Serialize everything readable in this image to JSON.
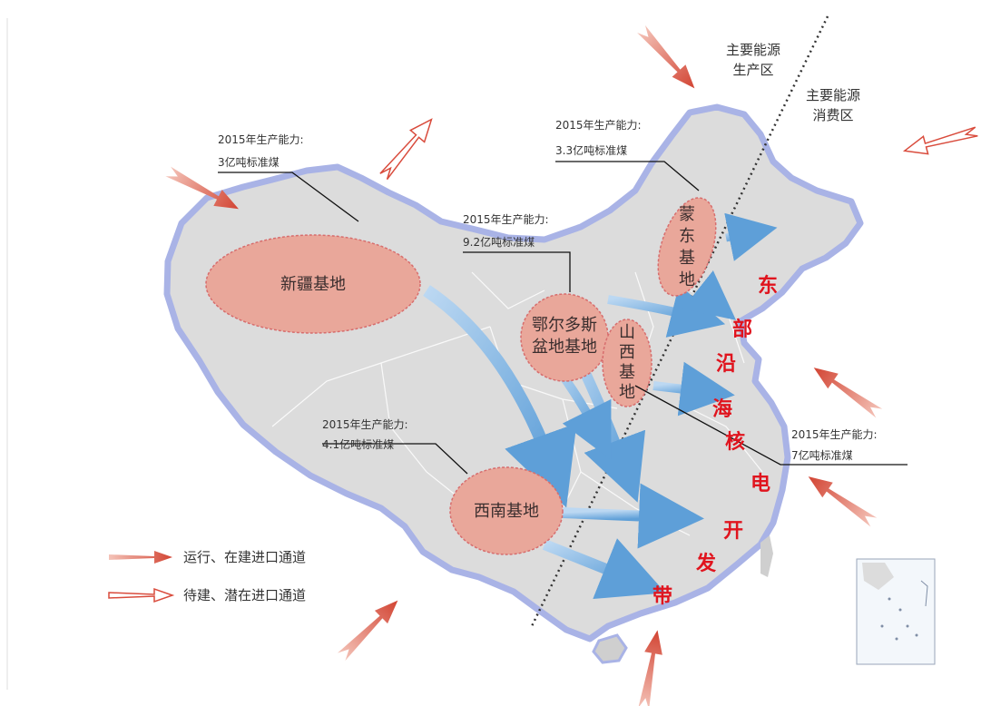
{
  "zones": {
    "production": [
      "主要能源",
      "生产区"
    ],
    "consumption": [
      "主要能源",
      "消费区"
    ]
  },
  "bases": [
    {
      "id": "xinjiang",
      "name": "新疆基地",
      "capacity_year": "2015年生产能力:",
      "capacity": "3亿吨标准煤"
    },
    {
      "id": "mengdong",
      "name": "蒙东基地",
      "capacity_year": "2015年生产能力:",
      "capacity": "3.3亿吨标准煤"
    },
    {
      "id": "ordos",
      "name_lines": [
        "鄂尔多斯",
        "盆地基地"
      ],
      "capacity_year": "2015年生产能力:",
      "capacity": "9.2亿吨标准煤"
    },
    {
      "id": "shanxi",
      "name": "山西基地",
      "capacity_year": "2015年生产能力:",
      "capacity": "7亿吨标准煤"
    },
    {
      "id": "xinan",
      "name": "西南基地",
      "capacity_year": "2015年生产能力:",
      "capacity": "4.1亿吨标准煤"
    }
  ],
  "coast_belt": {
    "chars": [
      "东",
      "部",
      "沿",
      "海",
      "核",
      "电",
      "开",
      "发",
      "带"
    ],
    "color": "#e0141e"
  },
  "legend": [
    {
      "icon": "solid-arrow-icon",
      "label": "运行、在建进口通道"
    },
    {
      "icon": "hollow-arrow-icon",
      "label": "待建、潜在进口通道"
    }
  ],
  "colors": {
    "land": "#dcdcdc",
    "border_glow": "#a9b3e6",
    "base_fill": "#e9a79a",
    "base_stroke": "#d76d6d",
    "flow": "#6ba9dc",
    "import": "#d94b3c"
  }
}
